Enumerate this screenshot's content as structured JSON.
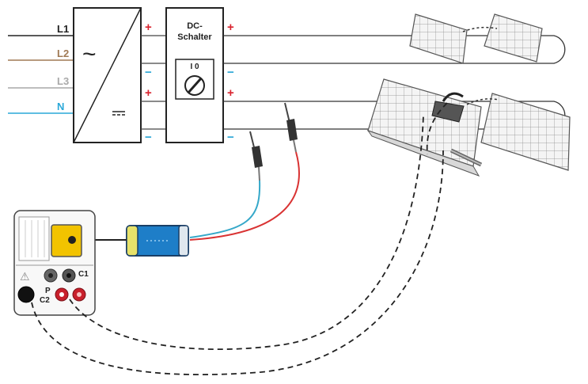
{
  "lines": [
    {
      "label": "L1",
      "color": "#222222"
    },
    {
      "label": "L2",
      "color": "#a07a55"
    },
    {
      "label": "L3",
      "color": "#a9a9a9"
    },
    {
      "label": "N",
      "color": "#2aa8d8"
    }
  ],
  "inverter": {
    "ac_symbol": "~",
    "dc_symbol": "⎓",
    "plus": "+",
    "minus": "−"
  },
  "dc_switch": {
    "label_line1": "DC-",
    "label_line2": "Schalter",
    "dial_mark": "I  0"
  },
  "tester": {
    "warning": "⚠",
    "terminals": {
      "c1": "C1",
      "p": "P",
      "c2": "C2"
    }
  },
  "colors": {
    "plus": "#d9232e",
    "minus": "#29a6d6",
    "probe_red": "#d93333",
    "probe_blue": "#35a8c9",
    "clamp_yellow": "#f2c300",
    "adapter_blue": "#1e7ec8",
    "panel_gray": "#c8c8c8"
  }
}
